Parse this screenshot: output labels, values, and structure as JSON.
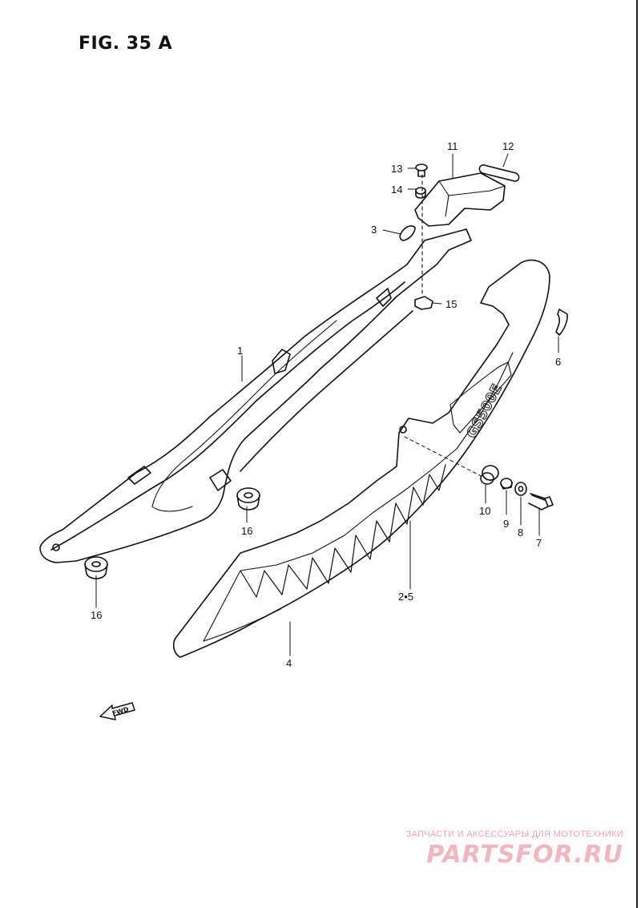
{
  "figure": {
    "title": "FIG. 35 A"
  },
  "callouts": [
    {
      "id": "c11",
      "text": "11"
    },
    {
      "id": "c12",
      "text": "12"
    },
    {
      "id": "c13",
      "text": "13"
    },
    {
      "id": "c14",
      "text": "14"
    },
    {
      "id": "c3",
      "text": "3"
    },
    {
      "id": "c15",
      "text": "15"
    },
    {
      "id": "c1",
      "text": "1"
    },
    {
      "id": "c6",
      "text": "6"
    },
    {
      "id": "c16a",
      "text": "16"
    },
    {
      "id": "c16b",
      "text": "16"
    },
    {
      "id": "c10",
      "text": "10"
    },
    {
      "id": "c9",
      "text": "9"
    },
    {
      "id": "c8",
      "text": "8"
    },
    {
      "id": "c7",
      "text": "7"
    },
    {
      "id": "c25",
      "text": "2•5"
    },
    {
      "id": "c4",
      "text": "4"
    }
  ],
  "fwd_label": "FWD",
  "decal_text": "GS500E",
  "watermark": {
    "caption": "ЗАПЧАСТИ И АКСЕССУАРЫ ДЛЯ МОТОТЕХНИКИ",
    "logo": "PARTSFOR.RU",
    "color": "#f2b6bf"
  }
}
